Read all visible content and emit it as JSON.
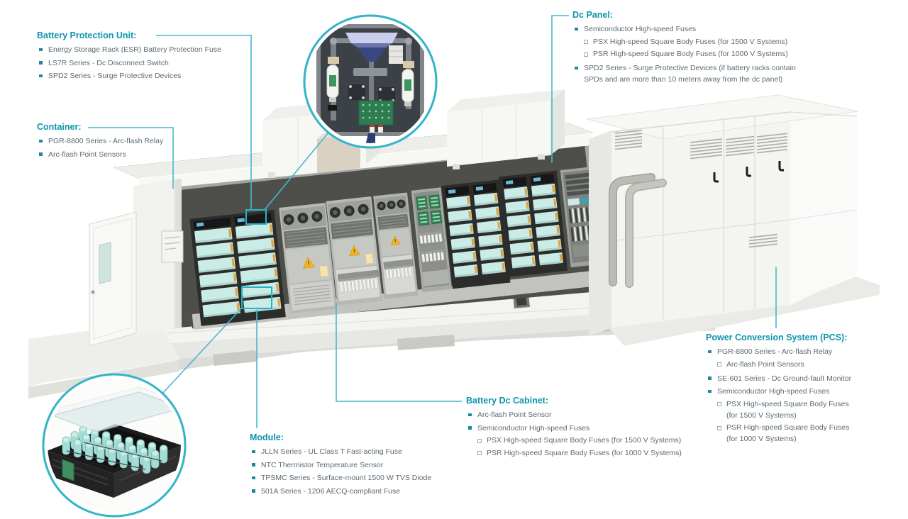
{
  "palette": {
    "heading_teal": "#0d94ae",
    "body_text": "#5d6a72",
    "leader_line": "#45b9cb",
    "highlight_box": "#28b2c8",
    "inset_ring_teal": "#35b5c8",
    "bullet_filled": "#1f87a0",
    "bullet_open_border": "#8fadb5",
    "battery_module_mint": "#c9ece7",
    "module_handle_orange": "#e6a33c",
    "warning_triangle_yellow": "#f2b227",
    "pcb_green": "#2f8052",
    "battery_cell_teal": "#a3ded6"
  },
  "callouts": {
    "battery_protection_unit": {
      "title": "Battery Protection Unit:",
      "items": [
        {
          "level": 1,
          "text": "Energy Storage Rack (ESR) Battery Protection Fuse"
        },
        {
          "level": 1,
          "text": "LS7R Series - Dc Disconnect Switch"
        },
        {
          "level": 1,
          "text": "SPD2 Series - Surge Protective Devices"
        }
      ]
    },
    "container": {
      "title": "Container:",
      "items": [
        {
          "level": 1,
          "text": "PGR-8800 Series - Arc-flash Relay"
        },
        {
          "level": 1,
          "text": "Arc-flash Point Sensors"
        }
      ]
    },
    "dc_panel": {
      "title": "Dc Panel:",
      "items": [
        {
          "level": 1,
          "text": "Semiconductor High-speed Fuses"
        },
        {
          "level": 2,
          "text": "PSX High-speed Square Body Fuses (for 1500 V Systems)"
        },
        {
          "level": 2,
          "text": "PSR High-speed Square Body Fuses (for 1000 V Systems)"
        },
        {
          "level": 1,
          "text": "SPD2 Series - Surge Protective Devices (if battery racks contain\nSPDs and are more than 10 meters away from the dc panel)"
        }
      ]
    },
    "pcs": {
      "title": "Power Conversion System (PCS):",
      "items": [
        {
          "level": 1,
          "text": "PGR-8800 Series - Arc-flash Relay"
        },
        {
          "level": 2,
          "text": "Arc-flash Point Sensors"
        },
        {
          "level": 1,
          "text": "SE-601 Series - Dc Ground-fault Monitor"
        },
        {
          "level": 1,
          "text": "Semiconductor High-speed Fuses"
        },
        {
          "level": 2,
          "text": "PSX High-speed Square Body Fuses\n(for 1500 V Systems)"
        },
        {
          "level": 2,
          "text": "PSR High-speed Square Body Fuses\n(for 1000 V Systems)"
        }
      ]
    },
    "battery_dc_cabinet": {
      "title": "Battery Dc Cabinet:",
      "items": [
        {
          "level": 1,
          "text": "Arc-flash Point Sensor"
        },
        {
          "level": 1,
          "text": "Semiconductor High-speed Fuses"
        },
        {
          "level": 2,
          "text": "PSX High-speed Square Body Fuses (for 1500 V Systems)"
        },
        {
          "level": 2,
          "text": "PSR High-speed Square Body Fuses (for 1000 V Systems)"
        }
      ]
    },
    "module": {
      "title": "Module:",
      "items": [
        {
          "level": 1,
          "text": "JLLN Series - UL Class T Fast-acting Fuse"
        },
        {
          "level": 1,
          "text": "NTC Thermistor Temperature Sensor"
        },
        {
          "level": 1,
          "text": "TPSMC Series - Surface-mount 1500 W TVS Diode"
        },
        {
          "level": 1,
          "text": "501A Series - 1206 AECQ-compliant Fuse"
        }
      ]
    }
  }
}
